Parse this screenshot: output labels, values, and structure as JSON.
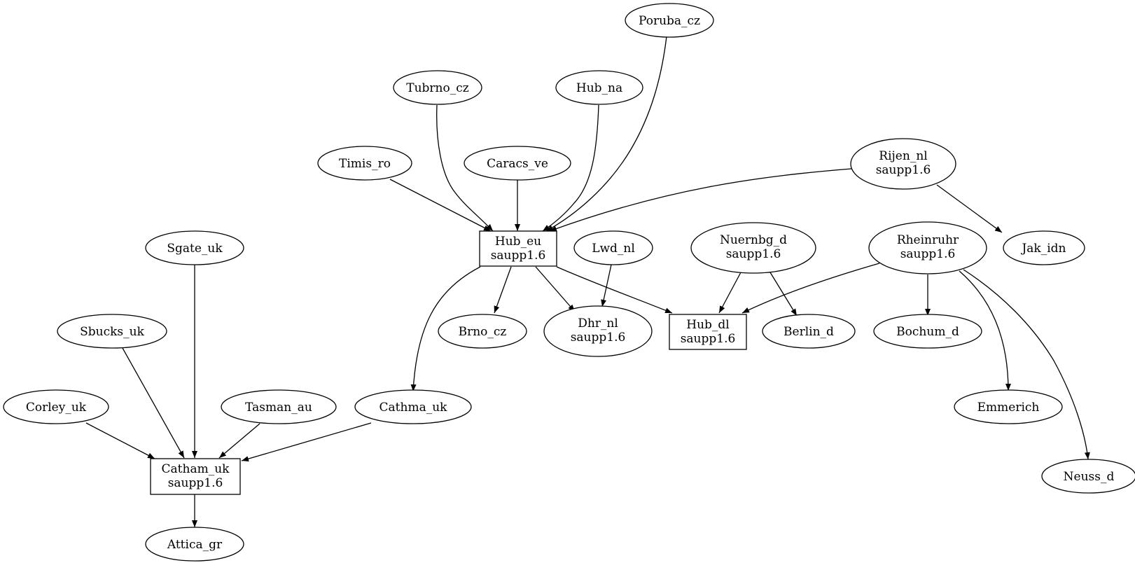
{
  "nodes": {
    "poruba_cz": {
      "lines": [
        "Poruba_cz"
      ]
    },
    "tubrno_cz": {
      "lines": [
        "Tubrno_cz"
      ]
    },
    "hub_na": {
      "lines": [
        "Hub_na"
      ]
    },
    "timis_ro": {
      "lines": [
        "Timis_ro"
      ]
    },
    "caracs_ve": {
      "lines": [
        "Caracs_ve"
      ]
    },
    "rijen_nl": {
      "lines": [
        "Rijen_nl",
        "saupp1.6"
      ]
    },
    "hub_eu": {
      "lines": [
        "Hub_eu",
        "saupp1.6"
      ]
    },
    "lwd_nl": {
      "lines": [
        "Lwd_nl"
      ]
    },
    "nuernbg_d": {
      "lines": [
        "Nuernbg_d",
        "saupp1.6"
      ]
    },
    "rheinruhr": {
      "lines": [
        "Rheinruhr",
        "saupp1.6"
      ]
    },
    "jak_idn": {
      "lines": [
        "Jak_idn"
      ]
    },
    "sgate_uk": {
      "lines": [
        "Sgate_uk"
      ]
    },
    "brno_cz": {
      "lines": [
        "Brno_cz"
      ]
    },
    "dhr_nl": {
      "lines": [
        "Dhr_nl",
        "saupp1.6"
      ]
    },
    "hub_dl": {
      "lines": [
        "Hub_dl",
        "saupp1.6"
      ]
    },
    "berlin_d": {
      "lines": [
        "Berlin_d"
      ]
    },
    "bochum_d": {
      "lines": [
        "Bochum_d"
      ]
    },
    "sbucks_uk": {
      "lines": [
        "Sbucks_uk"
      ]
    },
    "corley_uk": {
      "lines": [
        "Corley_uk"
      ]
    },
    "tasman_au": {
      "lines": [
        "Tasman_au"
      ]
    },
    "cathma_uk": {
      "lines": [
        "Cathma_uk"
      ]
    },
    "emmerich": {
      "lines": [
        "Emmerich"
      ]
    },
    "catham_uk": {
      "lines": [
        "Catham_uk",
        "saupp1.6"
      ]
    },
    "neuss_d": {
      "lines": [
        "Neuss_d"
      ]
    },
    "attica_gr": {
      "lines": [
        "Attica_gr"
      ]
    }
  },
  "edges": [
    {
      "from": "timis_ro",
      "to": "hub_eu"
    },
    {
      "from": "tubrno_cz",
      "to": "hub_eu"
    },
    {
      "from": "caracs_ve",
      "to": "hub_eu"
    },
    {
      "from": "hub_na",
      "to": "hub_eu"
    },
    {
      "from": "poruba_cz",
      "to": "hub_eu"
    },
    {
      "from": "rijen_nl",
      "to": "hub_eu"
    },
    {
      "from": "rijen_nl",
      "to": "jak_idn"
    },
    {
      "from": "hub_eu",
      "to": "brno_cz"
    },
    {
      "from": "hub_eu",
      "to": "dhr_nl"
    },
    {
      "from": "hub_eu",
      "to": "hub_dl"
    },
    {
      "from": "hub_eu",
      "to": "cathma_uk"
    },
    {
      "from": "lwd_nl",
      "to": "dhr_nl"
    },
    {
      "from": "nuernbg_d",
      "to": "hub_dl"
    },
    {
      "from": "nuernbg_d",
      "to": "berlin_d"
    },
    {
      "from": "rheinruhr",
      "to": "hub_dl"
    },
    {
      "from": "rheinruhr",
      "to": "bochum_d"
    },
    {
      "from": "rheinruhr",
      "to": "emmerich"
    },
    {
      "from": "rheinruhr",
      "to": "neuss_d"
    },
    {
      "from": "sgate_uk",
      "to": "catham_uk"
    },
    {
      "from": "sbucks_uk",
      "to": "catham_uk"
    },
    {
      "from": "corley_uk",
      "to": "catham_uk"
    },
    {
      "from": "tasman_au",
      "to": "catham_uk"
    },
    {
      "from": "cathma_uk",
      "to": "catham_uk"
    },
    {
      "from": "catham_uk",
      "to": "attica_gr"
    }
  ]
}
